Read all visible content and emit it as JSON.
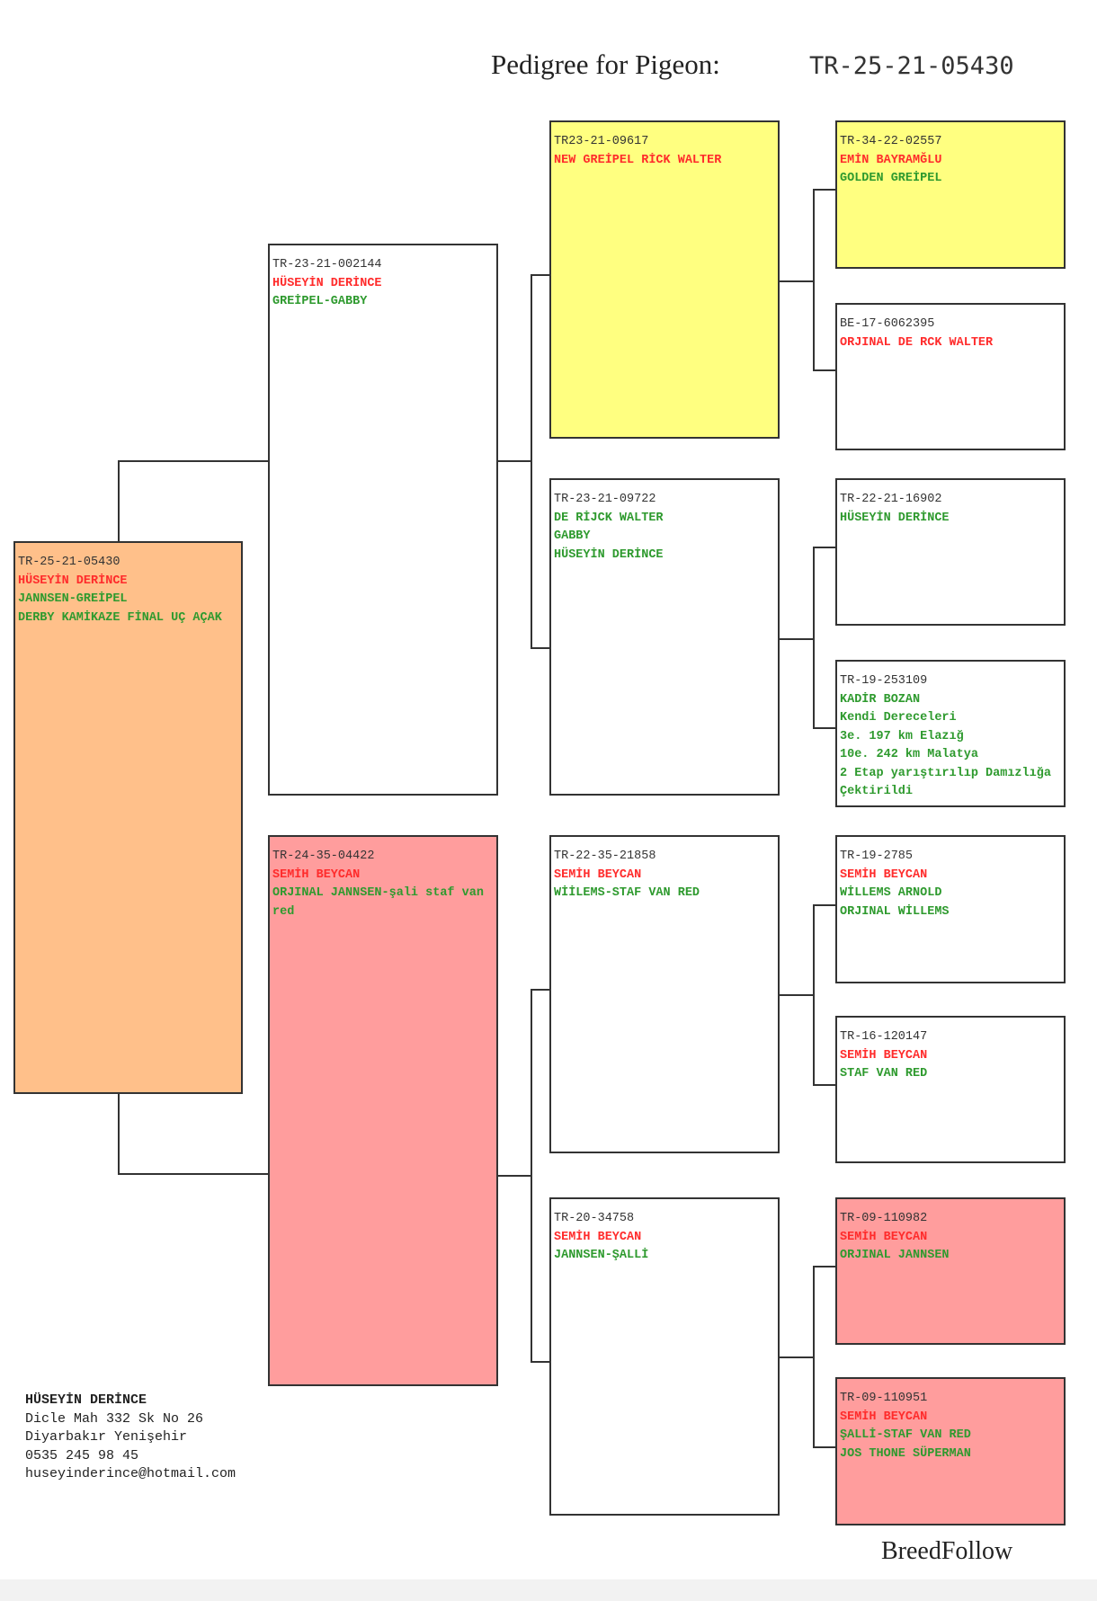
{
  "header": {
    "title": "Pedigree for Pigeon:",
    "pigeon_id": "TR-25-21-05430"
  },
  "colors": {
    "orange": "#ffc08a",
    "yellow": "#ffff80",
    "pink": "#ff9d9d",
    "red_text": "#ff2b2b",
    "green_text": "#2e9a2e"
  },
  "subject": {
    "id": "TR-25-21-05430",
    "lines": [
      {
        "t": "HÜSEYİN DERİNCE",
        "c": "red"
      },
      {
        "t": "JANNSEN-GREİPEL",
        "c": "green"
      },
      {
        "t": "DERBY KAMİKAZE FİNAL UÇ AÇAK",
        "c": "green"
      }
    ],
    "bg": "orange"
  },
  "parents": [
    {
      "id": "TR-23-21-002144",
      "lines": [
        {
          "t": "HÜSEYİN DERİNCE",
          "c": "red"
        },
        {
          "t": "GREİPEL-GABBY",
          "c": "green"
        }
      ],
      "bg": "white"
    },
    {
      "id": "TR-24-35-04422",
      "lines": [
        {
          "t": "SEMİH BEYCAN",
          "c": "red"
        },
        {
          "t": "ORJINAL JANNSEN-şali staf van red",
          "c": "green"
        }
      ],
      "bg": "pink"
    }
  ],
  "grandparents": [
    {
      "id": "TR23-21-09617",
      "lines": [
        {
          "t": "NEW GREİPEL RİCK WALTER",
          "c": "red"
        }
      ],
      "bg": "yellow"
    },
    {
      "id": "TR-23-21-09722",
      "lines": [
        {
          "t": "DE RİJCK WALTER",
          "c": "green"
        },
        {
          "t": "GABBY",
          "c": "green"
        },
        {
          "t": "HÜSEYİN DERİNCE",
          "c": "green"
        }
      ],
      "bg": "white"
    },
    {
      "id": "TR-22-35-21858",
      "lines": [
        {
          "t": "SEMİH BEYCAN",
          "c": "red"
        },
        {
          "t": "WİİLEMS-STAF VAN RED",
          "c": "green"
        }
      ],
      "bg": "white"
    },
    {
      "id": "TR-20-34758",
      "lines": [
        {
          "t": "SEMİH BEYCAN",
          "c": "red"
        },
        {
          "t": "JANNSEN-ŞALLİ",
          "c": "green"
        }
      ],
      "bg": "white"
    }
  ],
  "great_grandparents": [
    {
      "id": "TR-34-22-02557",
      "lines": [
        {
          "t": "EMİN BAYRAMĞLU",
          "c": "red"
        },
        {
          "t": "GOLDEN GREİPEL",
          "c": "green"
        }
      ],
      "bg": "yellow"
    },
    {
      "id": "BE-17-6062395",
      "lines": [
        {
          "t": "ORJINAL DE RCK WALTER",
          "c": "red"
        }
      ],
      "bg": "white"
    },
    {
      "id": "TR-22-21-16902",
      "lines": [
        {
          "t": "HÜSEYİN DERİNCE",
          "c": "green"
        }
      ],
      "bg": "white"
    },
    {
      "id": "TR-19-253109",
      "lines": [
        {
          "t": "KADİR BOZAN",
          "c": "green"
        },
        {
          "t": "Kendi Dereceleri",
          "c": "green"
        },
        {
          "t": "3e. 197 km Elazığ",
          "c": "green"
        },
        {
          "t": "10e. 242 km Malatya",
          "c": "green"
        },
        {
          "t": "2 Etap yarıştırılıp Damızlığa Çektirildi",
          "c": "green"
        }
      ],
      "bg": "white"
    },
    {
      "id": "TR-19-2785",
      "lines": [
        {
          "t": "SEMİH BEYCAN",
          "c": "red"
        },
        {
          "t": "WİLLEMS ARNOLD",
          "c": "green"
        },
        {
          "t": "ORJINAL WİLLEMS",
          "c": "green"
        }
      ],
      "bg": "white"
    },
    {
      "id": "TR-16-120147",
      "lines": [
        {
          "t": "SEMİH BEYCAN",
          "c": "red"
        },
        {
          "t": "STAF VAN RED",
          "c": "green"
        }
      ],
      "bg": "white"
    },
    {
      "id": "TR-09-110982",
      "lines": [
        {
          "t": "SEMİH BEYCAN",
          "c": "red"
        },
        {
          "t": "ORJINAL JANNSEN",
          "c": "green"
        }
      ],
      "bg": "pink"
    },
    {
      "id": "TR-09-110951",
      "lines": [
        {
          "t": "SEMİH BEYCAN",
          "c": "red"
        },
        {
          "t": "ŞALLİ-STAF VAN RED",
          "c": "green"
        },
        {
          "t": "JOS THONE SÜPERMAN",
          "c": "green"
        }
      ],
      "bg": "pink"
    }
  ],
  "footer": {
    "name": "HÜSEYİN DERİNCE",
    "address1": "Dicle Mah 332 Sk No 26",
    "address2": "Diyarbakır Yenişehir",
    "phone": "0535 245 98 45",
    "email": "huseyinderince@hotmail.com"
  },
  "brand": "BreedFollow"
}
